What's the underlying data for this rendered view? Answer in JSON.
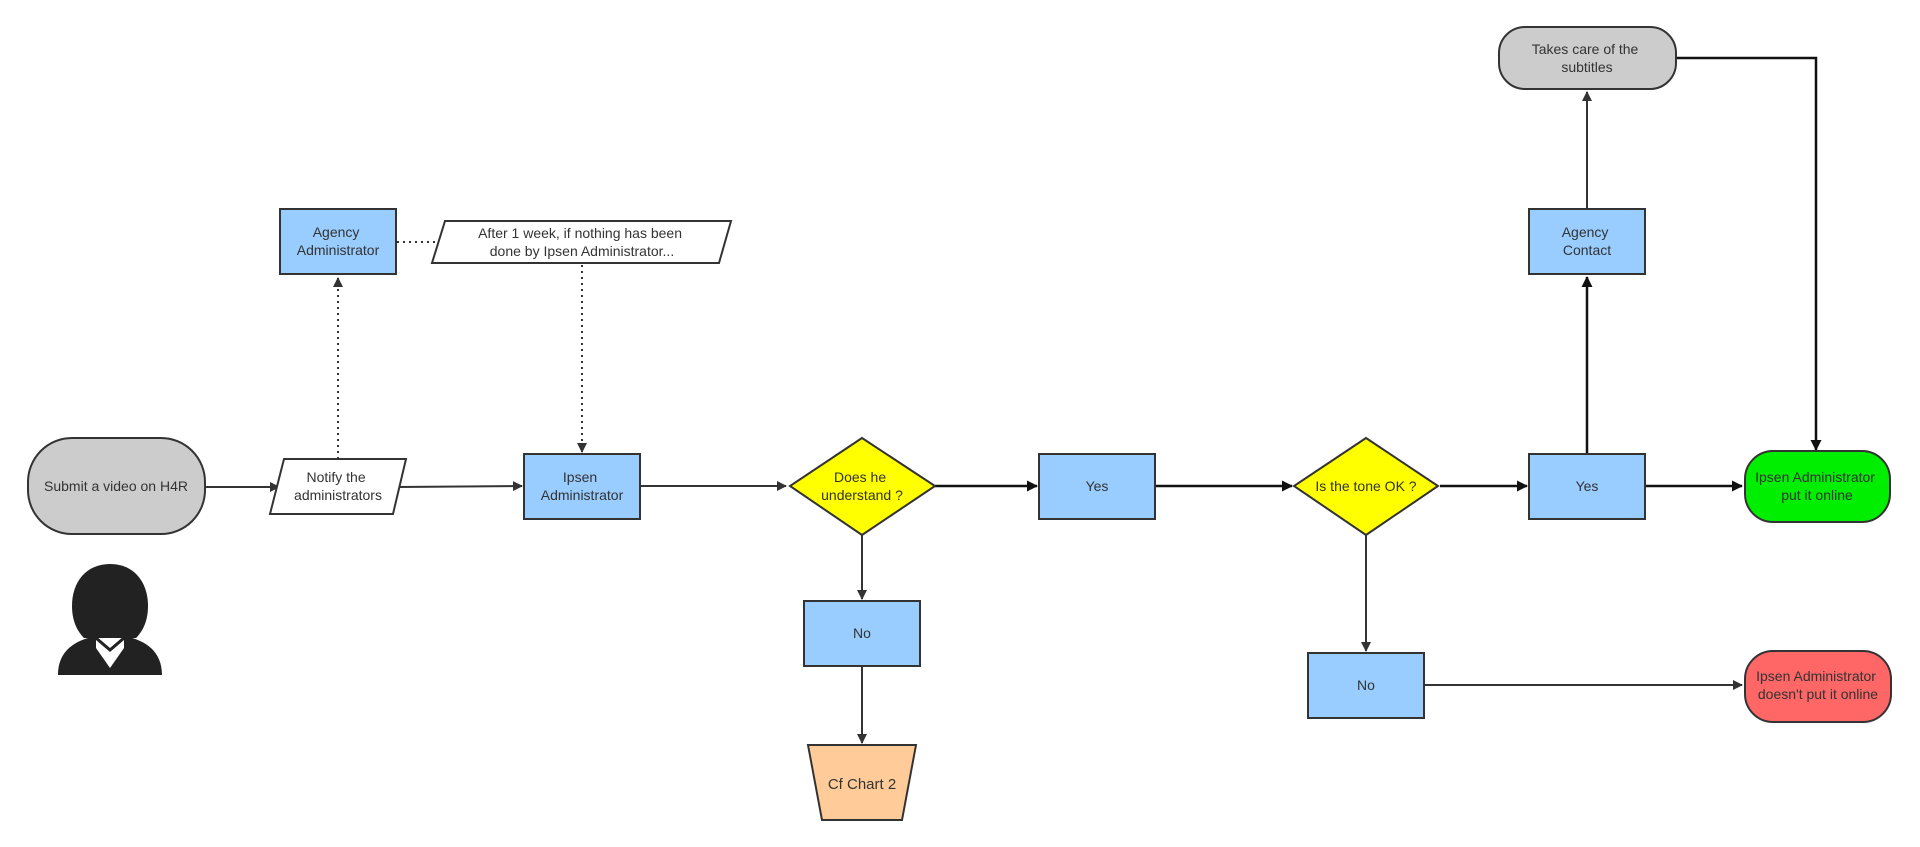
{
  "colors": {
    "terminal_gray": "#cccccc",
    "process_blue": "#99ccff",
    "decision_yellow": "#ffff00",
    "online_green": "#00ee00",
    "offline_red": "#ff6666",
    "chart_orange": "#ffcc99",
    "io_white": "#ffffff",
    "stroke": "#333333"
  },
  "nodes": {
    "submit": [
      "Submit a video on H4R"
    ],
    "notify": [
      "Notify the",
      "administrators"
    ],
    "agency_admin": [
      "Agency",
      "Administrator"
    ],
    "after_week": [
      "After 1 week, if nothing has been",
      "done by Ipsen Administrator..."
    ],
    "ipsen_admin": [
      "Ipsen",
      "Administrator"
    ],
    "understand": [
      "Does he",
      "understand ?"
    ],
    "yes1": [
      "Yes"
    ],
    "no1": [
      "No"
    ],
    "cf_chart": [
      "Cf Chart 2"
    ],
    "tone": [
      "Is the tone OK ?"
    ],
    "yes2": [
      "Yes"
    ],
    "no2": [
      "No"
    ],
    "agency_contact": [
      "Agency",
      "Contact"
    ],
    "subtitles": [
      "Takes care of the",
      "subtitles"
    ],
    "online": [
      "Ipsen Administrator",
      "put it online"
    ],
    "offline": [
      "Ipsen Administrator",
      "doesn't put it online"
    ]
  },
  "actor": {
    "icon": "person-icon"
  }
}
